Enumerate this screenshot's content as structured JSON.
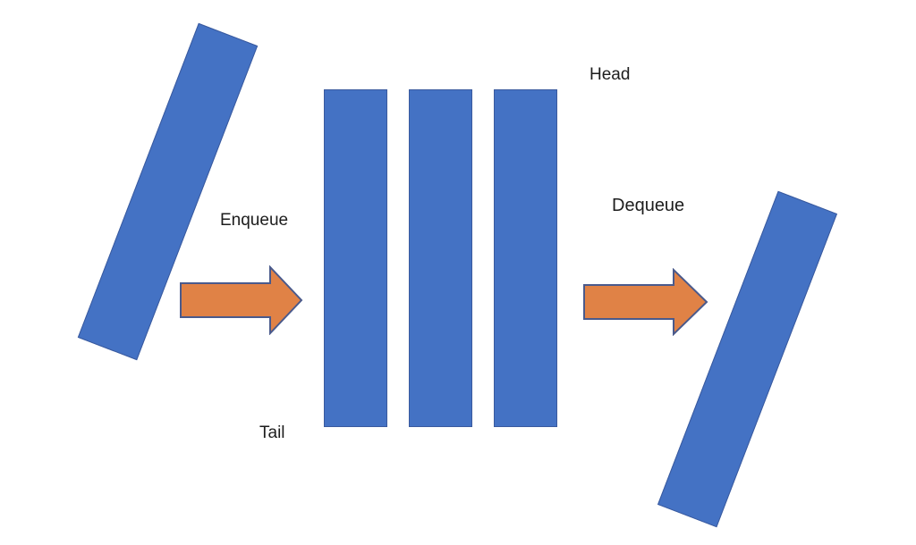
{
  "diagram": {
    "labels": {
      "enqueue": "Enqueue",
      "dequeue": "Dequeue",
      "head": "Head",
      "tail": "Tail"
    },
    "queue": {
      "slot_count": 3
    },
    "colors": {
      "background": "#FFFFFF",
      "bar_fill": "#4472C4",
      "bar_border": "#3A5A9E",
      "arrow_fill": "#E08246",
      "arrow_border": "#4A5A8C",
      "text": "#1D1D1D"
    }
  }
}
